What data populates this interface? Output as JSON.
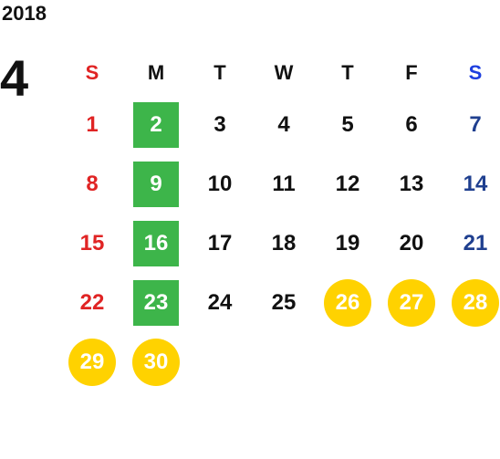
{
  "year": "2018",
  "month": "4",
  "weekdays": [
    "S",
    "M",
    "T",
    "W",
    "T",
    "F",
    "S"
  ],
  "weeks": [
    [
      {
        "day": "1",
        "type": "sun"
      },
      {
        "day": "2",
        "type": "green"
      },
      {
        "day": "3",
        "type": "normal"
      },
      {
        "day": "4",
        "type": "normal"
      },
      {
        "day": "5",
        "type": "normal"
      },
      {
        "day": "6",
        "type": "normal"
      },
      {
        "day": "7",
        "type": "sat"
      }
    ],
    [
      {
        "day": "8",
        "type": "sun"
      },
      {
        "day": "9",
        "type": "green"
      },
      {
        "day": "10",
        "type": "normal"
      },
      {
        "day": "11",
        "type": "normal"
      },
      {
        "day": "12",
        "type": "normal"
      },
      {
        "day": "13",
        "type": "normal"
      },
      {
        "day": "14",
        "type": "sat"
      }
    ],
    [
      {
        "day": "15",
        "type": "sun"
      },
      {
        "day": "16",
        "type": "green"
      },
      {
        "day": "17",
        "type": "normal"
      },
      {
        "day": "18",
        "type": "normal"
      },
      {
        "day": "19",
        "type": "normal"
      },
      {
        "day": "20",
        "type": "normal"
      },
      {
        "day": "21",
        "type": "sat"
      }
    ],
    [
      {
        "day": "22",
        "type": "sun"
      },
      {
        "day": "23",
        "type": "green"
      },
      {
        "day": "24",
        "type": "normal"
      },
      {
        "day": "25",
        "type": "normal"
      },
      {
        "day": "26",
        "type": "yellow"
      },
      {
        "day": "27",
        "type": "yellow"
      },
      {
        "day": "28",
        "type": "yellow"
      }
    ],
    [
      {
        "day": "29",
        "type": "yellow"
      },
      {
        "day": "30",
        "type": "yellow"
      },
      {
        "day": "",
        "type": "empty"
      },
      {
        "day": "",
        "type": "empty"
      },
      {
        "day": "",
        "type": "empty"
      },
      {
        "day": "",
        "type": "empty"
      },
      {
        "day": "",
        "type": "empty"
      }
    ]
  ],
  "colors": {
    "sunday_text": "#e02424",
    "saturday_text": "#1f3f8f",
    "saturday_header": "#1e3fdf",
    "highlight_green": "#3db54a",
    "highlight_yellow": "#ffd200"
  }
}
